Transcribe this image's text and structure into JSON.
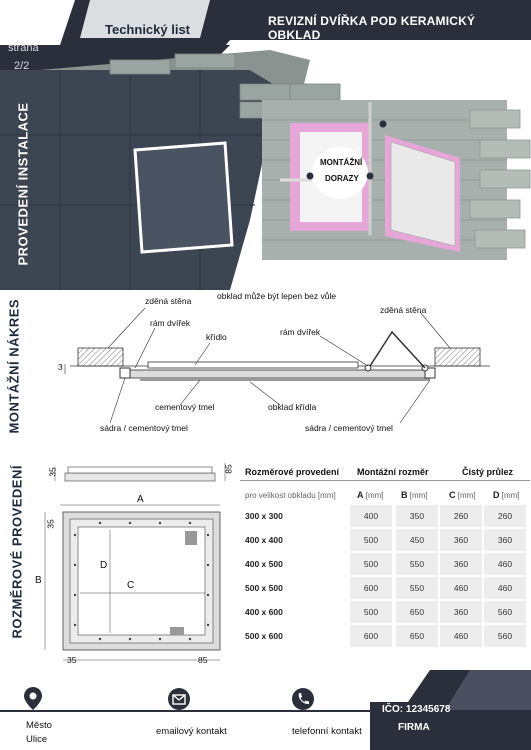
{
  "header": {
    "left_title": "Technický list",
    "right_title": "REVIZNÍ DVÍŘKA POD KERAMICKÝ OBKLAD",
    "page_label": "strana",
    "page_number": "2/2"
  },
  "sections": {
    "installation": "PROVEDENÍ INSTALACE",
    "mounting": "MONTÁŽNÍ NÁKRES",
    "dimensions": "ROZMĚROVÉ PROVEDENÍ"
  },
  "render": {
    "callout_line1": "MONTÁŽNÍ",
    "callout_line2": "DORAZY"
  },
  "mounting_diagram": {
    "top_note": "obklad může být lepen bez vůle",
    "left_wall": "zděná stěna",
    "right_wall": "zděná stěna",
    "door_frame_left": "rám dvířek",
    "door_frame_right": "rám dvířek",
    "wing": "křídlo",
    "dimension_3": "3",
    "cement_mortar": "cementový tmel",
    "wing_tiling": "obklad křídla",
    "plaster_left": "sádra / cementový tmel",
    "plaster_right": "sádra / cementový tmel"
  },
  "dimension_drawing": {
    "dim_35_top": "35",
    "dim_85_top": "85",
    "dim_A": "A",
    "dim_B": "B",
    "dim_C": "C",
    "dim_D": "D",
    "dim_35_left": "35",
    "dim_35_bottom": "35",
    "dim_85_bottom": "85"
  },
  "table": {
    "headers": {
      "col1": "Rozměrové provedení",
      "col2": "Montážní rozměr",
      "col3": "Čistý průlez"
    },
    "subheaders": {
      "col1": "pro velikost obkladu [mm]",
      "A": "A",
      "A_unit": "[mm]",
      "B": "B",
      "B_unit": "[mm]",
      "C": "C",
      "C_unit": "[mm]",
      "D": "D",
      "D_unit": "[mm]"
    },
    "rows": [
      [
        "300 x 300",
        "400",
        "350",
        "260",
        "260"
      ],
      [
        "400 x 400",
        "500",
        "450",
        "360",
        "360"
      ],
      [
        "400 x 500",
        "500",
        "550",
        "360",
        "460"
      ],
      [
        "500 x 500",
        "600",
        "550",
        "460",
        "460"
      ],
      [
        "400 x 600",
        "500",
        "650",
        "360",
        "560"
      ],
      [
        "500 x 600",
        "600",
        "650",
        "460",
        "560"
      ]
    ]
  },
  "footer": {
    "city": "Město",
    "street": "Ulice",
    "email": "emailový kontakt",
    "phone": "telefonní kontakt",
    "ico": "IČO: 12345678",
    "company": "FIRMA"
  },
  "colors": {
    "dark": "#2b2f3b",
    "mid": "#4a5060",
    "light_gray": "#e8e8e8",
    "pink": "#e7a6d8",
    "tile": "#3c4552",
    "brick": "#9aa4a0"
  }
}
